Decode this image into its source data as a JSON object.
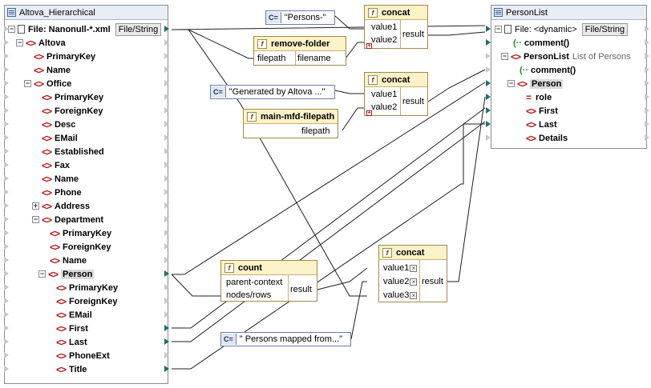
{
  "source": {
    "title": "Altova_Hierarchical",
    "file_label": "File: Nanonull-*.xml",
    "file_button": "File/String",
    "rows": [
      "Altova",
      "PrimaryKey",
      "Name",
      "Office",
      "PrimaryKey",
      "ForeignKey",
      "Desc",
      "EMail",
      "Established",
      "Fax",
      "Name",
      "Phone",
      "Address",
      "Department",
      "PrimaryKey",
      "ForeignKey",
      "Name",
      "Person",
      "PrimaryKey",
      "ForeignKey",
      "EMail",
      "First",
      "Last",
      "PhoneExt",
      "Title"
    ]
  },
  "target": {
    "title": "PersonList",
    "file_label": "File: <dynamic>",
    "file_button": "File/String",
    "comment1": "comment()",
    "personlist": "PersonList",
    "personlist_note": "List of Persons",
    "comment2": "comment()",
    "person": "Person",
    "role": "role",
    "first": "First",
    "last": "Last",
    "details": "Details"
  },
  "constants": {
    "persons": "\"Persons-\"",
    "generated": "\"Generated by Altova ...\"",
    "mapped": "\" Persons mapped from...\"",
    "icon": "C="
  },
  "functions": {
    "concat1": {
      "name": "concat",
      "in1": "value1",
      "in2": "value2",
      "out": "result"
    },
    "remove_folder": {
      "name": "remove-folder",
      "in": "filepath",
      "out": "filename"
    },
    "concat2": {
      "name": "concat",
      "in1": "value1",
      "in2": "value2",
      "out": "result"
    },
    "main_mfd": {
      "name": "main-mfd-filepath",
      "out": "filepath"
    },
    "count": {
      "name": "count",
      "in1": "parent-context",
      "in2": "nodes/rows",
      "out": "result"
    },
    "concat3": {
      "name": "concat",
      "in1": "value1",
      "in2": "value2",
      "in3": "value3",
      "out": "result"
    }
  },
  "icons": {
    "element": "element-icon",
    "attribute": "attribute-icon",
    "comment": "comment-icon",
    "function": "function-icon",
    "constant": "constant-icon"
  },
  "colors": {
    "wire": "#1f1f1f",
    "connected_port": "#1c7070",
    "function_header": "#fbf2c8",
    "component_header": "#e9eef6",
    "element_icon": "#b01818"
  }
}
